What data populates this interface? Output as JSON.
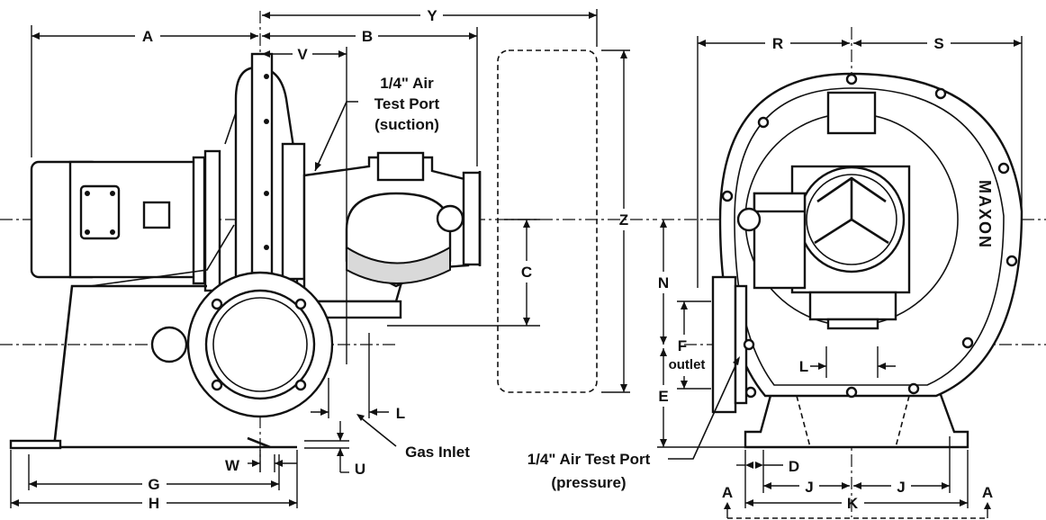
{
  "side_view": {
    "dimensions": [
      "A",
      "B",
      "Y",
      "V",
      "Z",
      "C",
      "L",
      "W",
      "U",
      "G",
      "H"
    ],
    "notes": {
      "air_test_port_suction": [
        "1/4\" Air",
        "Test Port",
        "(suction)"
      ],
      "gas_inlet": "Gas Inlet"
    }
  },
  "front_view": {
    "dimensions": [
      "R",
      "S",
      "N",
      "F",
      "E",
      "L",
      "D",
      "J",
      "J",
      "K",
      "A",
      "A"
    ],
    "outlet_label": "outlet",
    "brand_text": "MAXON",
    "notes": {
      "air_test_port_pressure": [
        "1/4\" Air Test Port",
        "(pressure)"
      ]
    }
  }
}
